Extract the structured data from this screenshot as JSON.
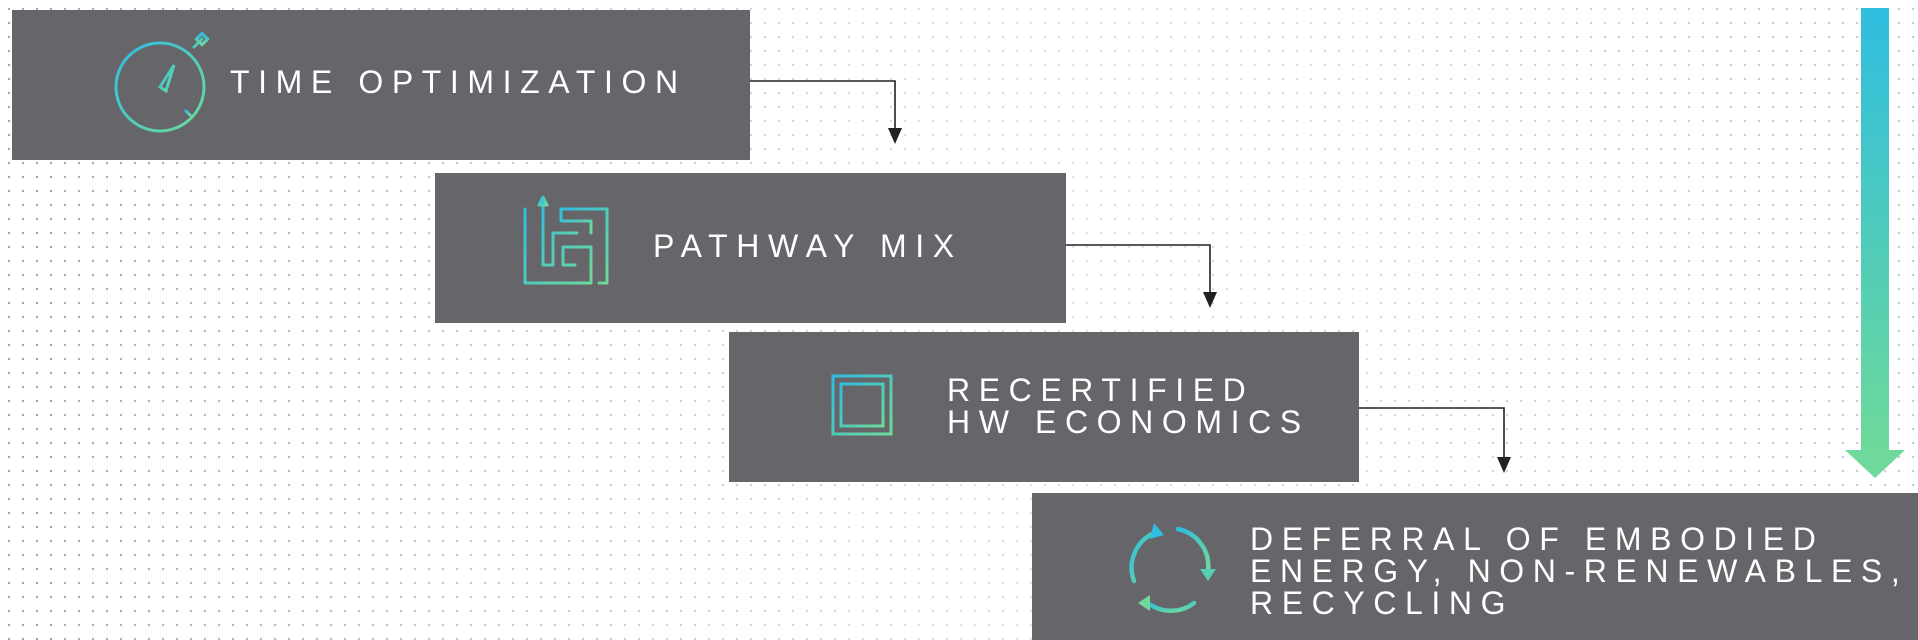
{
  "steps": [
    {
      "label": "TIME OPTIMIZATION",
      "icon": "stopwatch-icon"
    },
    {
      "label": "PATHWAY MIX",
      "icon": "maze-path-icon"
    },
    {
      "label": "RECERTIFIED\nHW ECONOMICS",
      "icon": "microchip-icon"
    },
    {
      "label": "DEFERRAL OF EMBODIED\nENERGY, NON-RENEWABLES,\nRECYCLING",
      "icon": "recycle-arrows-icon"
    }
  ],
  "colors": {
    "box": "#666569",
    "text": "#ffffff",
    "gradient_start": "#2fbde0",
    "gradient_end": "#6ed99a",
    "connector": "#222222"
  }
}
